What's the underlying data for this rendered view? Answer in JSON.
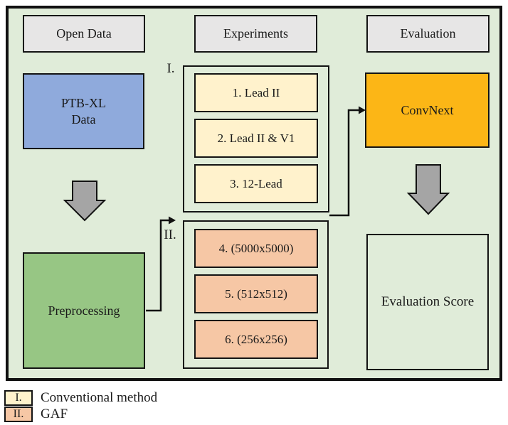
{
  "colors": {
    "canvas-bg": "#ffffff",
    "frame-bg": "#e0ecd9",
    "frame-border": "#111111",
    "header-bg": "#e7e6e6",
    "blue": "#8faadc",
    "yellow": "#fff2cc",
    "salmon": "#f6c7a5",
    "green": "#97c684",
    "orange": "#fcb616",
    "grey-arrow": "#a5a5a5",
    "line": "#111111",
    "text": "#1a1a1a"
  },
  "headers": {
    "open_data": "Open Data",
    "experiments": "Experiments",
    "evaluation": "Evaluation"
  },
  "nodes": {
    "ptbxl_line1": "PTB-XL",
    "ptbxl_line2": "Data",
    "preprocessing": "Preprocessing",
    "convnext": "ConvNext",
    "evaluation_score": "Evaluation Score"
  },
  "groups": {
    "conventional": {
      "marker": "I.",
      "items": [
        "1. Lead II",
        "2. Lead II & V1",
        "3. 12-Lead"
      ]
    },
    "gaf": {
      "marker": "II.",
      "items": [
        "4. (5000x5000)",
        "5. (512x512)",
        "6. (256x256)"
      ]
    }
  },
  "legend": {
    "entries": [
      {
        "marker": "I.",
        "label": "Conventional method"
      },
      {
        "marker": "II.",
        "label": "GAF"
      }
    ]
  }
}
